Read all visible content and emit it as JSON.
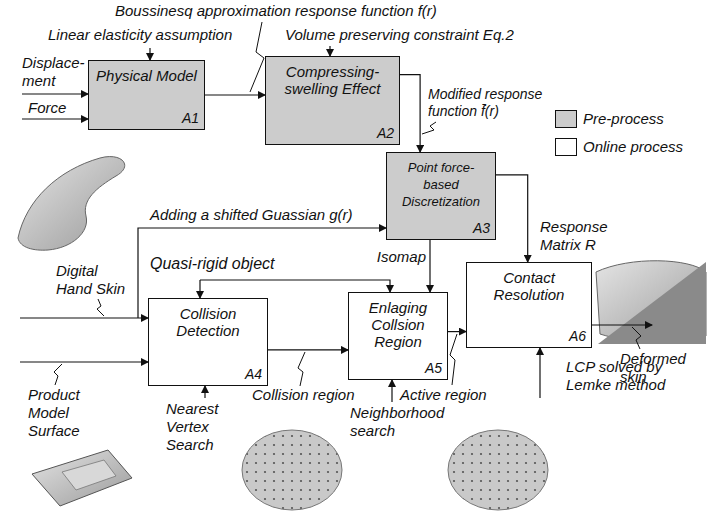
{
  "diagram": {
    "nodes": [
      {
        "text": [
          "Physical Model",
          "A1"
        ]
      },
      {
        "text": [
          "Compressing-swelling Effect",
          "A2"
        ]
      },
      {
        "text": [
          "Point force-based Discretization",
          "A3"
        ]
      },
      {
        "text": [
          "Collision Detection",
          "A4"
        ]
      },
      {
        "text": [
          "Enlaging Collsion Region",
          "A5"
        ]
      },
      {
        "text": [
          "Contact Resolution",
          "A6"
        ]
      }
    ],
    "edges": [
      {
        "from": 0,
        "to": 1,
        "arrow": "to"
      },
      {
        "from": 1,
        "to": 2,
        "arrow": "to"
      },
      {
        "from": 2,
        "to": 5,
        "arrow": "to"
      },
      {
        "from": 2,
        "to": 4,
        "arrow": "to"
      },
      {
        "from": 3,
        "to": 4,
        "arrow": "to"
      },
      {
        "from": 4,
        "to": 5,
        "arrow": "to"
      }
    ],
    "labels": [
      "Boussinesq approximation response function f(r)",
      "Linear elasticity assumption",
      "Volume preserving constraint Eq.2",
      "Displace- ment",
      "Force",
      "Modified response function f̄(r)",
      "Adding a shifted Guassian g(r)",
      "Quasi-rigid object",
      "Response Matrix R",
      "Isomap",
      "Digital Hand Skin",
      "Product Model Surface",
      "Collision region",
      "Active region",
      "Deformed skin",
      "Nearest Vertex Search",
      "Neighborhood search",
      "LCP solved by Lemke method"
    ],
    "legend": [
      {
        "text": "Pre-process",
        "color": "#cccccc"
      },
      {
        "text": "Online process",
        "color": "#ffffff"
      }
    ]
  }
}
